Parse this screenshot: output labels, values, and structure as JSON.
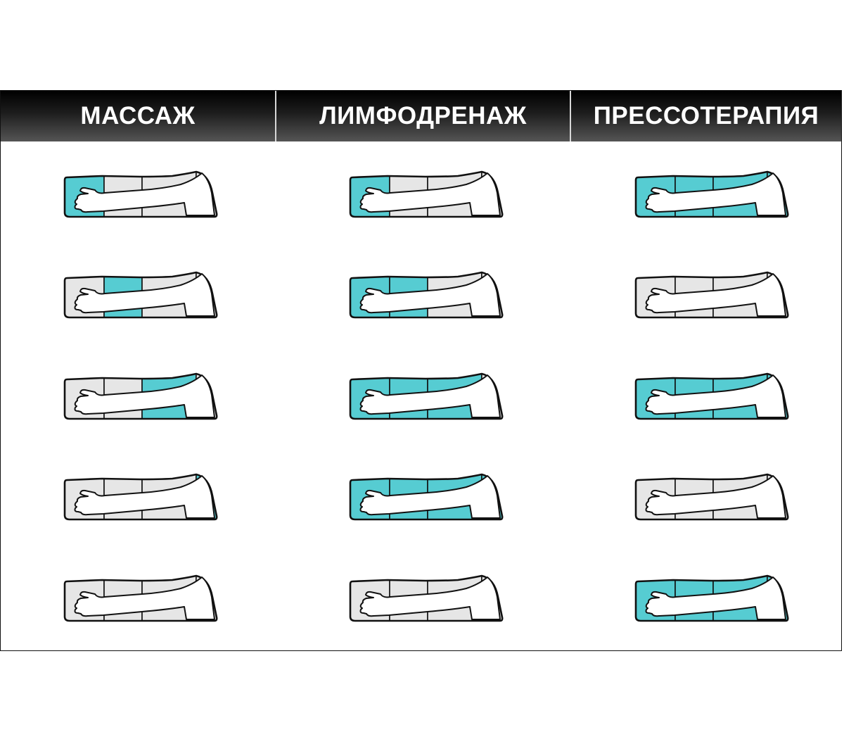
{
  "colors": {
    "active": "#56ccd2",
    "idle": "#e6e6e6",
    "outline": "#111111",
    "header_bg": "#111111"
  },
  "columns": [
    {
      "title": "МАССАЖ",
      "rows": [
        [
          1,
          0,
          0,
          0
        ],
        [
          0,
          1,
          0,
          0
        ],
        [
          0,
          0,
          1,
          0
        ],
        [
          0,
          0,
          0,
          1
        ],
        [
          0,
          0,
          0,
          0
        ]
      ]
    },
    {
      "title": "ЛИМФОДРЕНАЖ",
      "rows": [
        [
          1,
          0,
          0,
          0
        ],
        [
          1,
          1,
          0,
          0
        ],
        [
          1,
          1,
          1,
          0
        ],
        [
          1,
          1,
          1,
          1
        ],
        [
          0,
          0,
          0,
          0
        ]
      ]
    },
    {
      "title": "ПРЕССОТЕРАПИЯ",
      "rows": [
        [
          1,
          1,
          1,
          1
        ],
        [
          0,
          0,
          0,
          0
        ],
        [
          1,
          1,
          1,
          1
        ],
        [
          0,
          0,
          0,
          0
        ],
        [
          1,
          1,
          1,
          1
        ]
      ]
    }
  ]
}
